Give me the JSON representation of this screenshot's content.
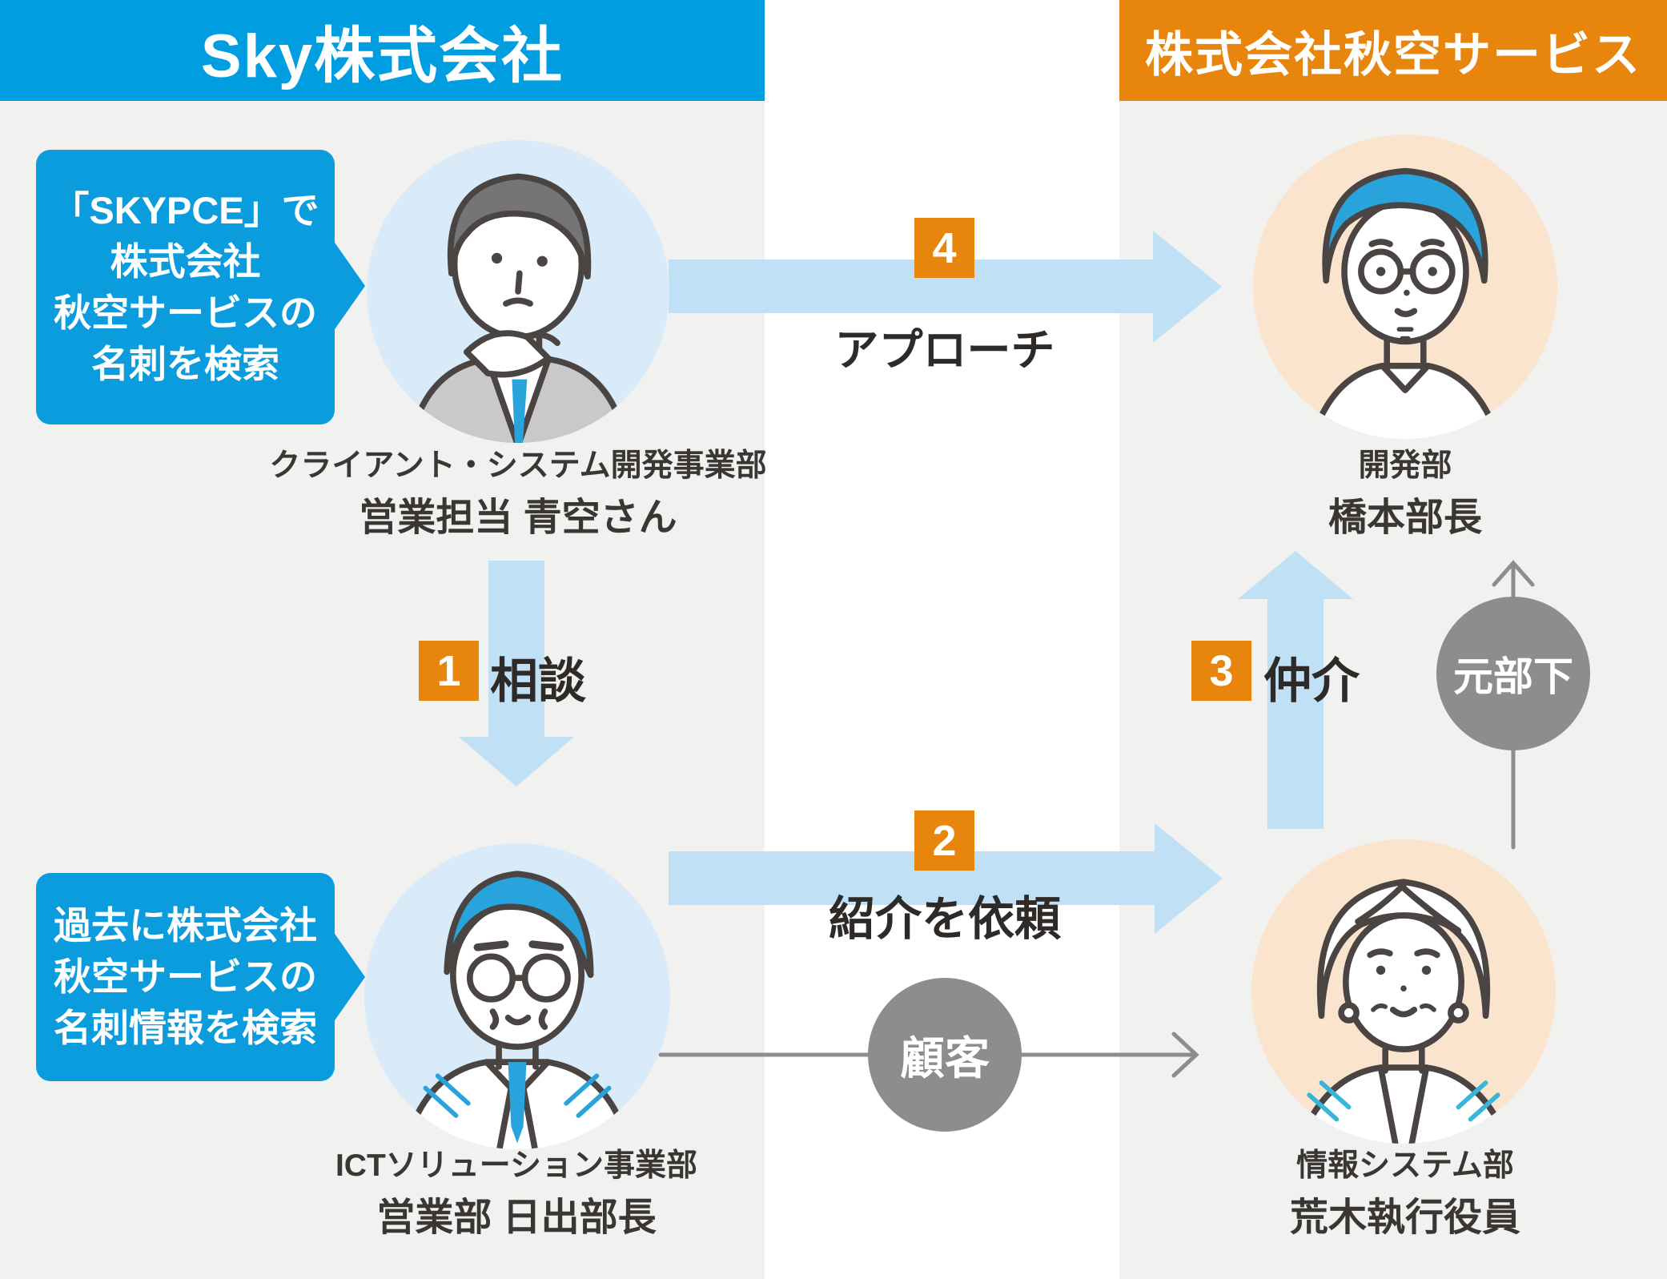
{
  "header": {
    "left_company": "Sky株式会社",
    "right_company": "株式会社秋空サービス"
  },
  "people": {
    "aozora": {
      "dept": "クライアント・システム開発事業部",
      "name": "営業担当 青空さん"
    },
    "hashimoto": {
      "dept": "開発部",
      "name": "橋本部長"
    },
    "hinode": {
      "dept": "ICTソリューション事業部",
      "name": "営業部 日出部長"
    },
    "araki": {
      "dept": "情報システム部",
      "name": "荒木執行役員"
    }
  },
  "speech_bubbles": {
    "skypce_search": {
      "lines": [
        "「SKYPCE」で",
        "株式会社",
        "秋空サービスの",
        "名刺を検索"
      ]
    },
    "past_search": {
      "lines": [
        "過去に株式会社",
        "秋空サービスの",
        "名刺情報を検索"
      ]
    }
  },
  "steps": [
    {
      "num": "1",
      "label": "相談"
    },
    {
      "num": "2",
      "label": "紹介を依頼"
    },
    {
      "num": "3",
      "label": "仲介"
    },
    {
      "num": "4",
      "label": "アプローチ"
    }
  ],
  "relations": {
    "customer": "顧客",
    "former_subordinate": "元部下"
  },
  "colors": {
    "sky_blue": "#009EE0",
    "akisora_orange": "#E8850C",
    "arrow_light_blue": "#BFE0F5",
    "badge_orange": "#E8850C",
    "relation_gray": "#8D8D8D",
    "avatar_blue_bg": "#D9EAF8",
    "avatar_peach_bg": "#FAE4CE",
    "text_dark": "#3A3634"
  }
}
